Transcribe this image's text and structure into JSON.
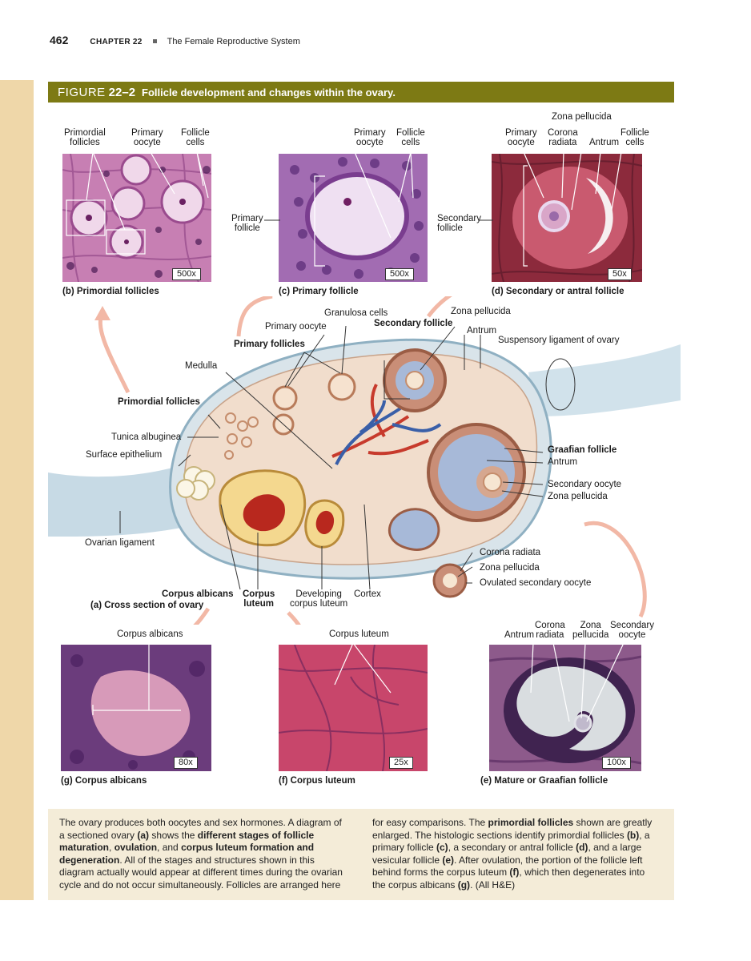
{
  "header": {
    "page_number": "462",
    "chapter": "CHAPTER 22",
    "chapter_title": "The Female Reproductive System"
  },
  "figure": {
    "word": "FIGURE",
    "number": "22–2",
    "title": "Follicle development and changes within the ovary."
  },
  "panel_b": {
    "caption": "(b) Primordial follicles",
    "scale": "500x",
    "labels": [
      "Primordial\nfollicles",
      "Primary\noocyte",
      "Follicle\ncells"
    ]
  },
  "panel_c": {
    "caption": "(c) Primary follicle",
    "scale": "500x",
    "labels": [
      "Primary\noocyte",
      "Follicle\ncells",
      "Primary\nfollicle"
    ]
  },
  "panel_d": {
    "caption": "(d) Secondary or antral follicle",
    "scale": "50x",
    "labels": [
      "Zona pellucida",
      "Primary\noocyte",
      "Corona\nradiata",
      "Antrum",
      "Follicle\ncells",
      "Secondary\nfollicle"
    ]
  },
  "panel_a": {
    "caption": "(a) Cross section of ovary",
    "labels": {
      "granulosa": "Granulosa cells",
      "primary_oocyte": "Primary oocyte",
      "secondary_follicle": "Secondary follicle",
      "zona_top": "Zona pellucida",
      "antrum_top": "Antrum",
      "suspensory": "Suspensory ligament of ovary",
      "primary_follicles": "Primary follicles",
      "medulla": "Medulla",
      "primordial_follicles": "Primordial follicles",
      "tunica": "Tunica albuginea",
      "surface_epi": "Surface epithelium",
      "graafian": "Graafian follicle",
      "antrum_right": "Antrum",
      "secondary_oocyte": "Secondary oocyte",
      "zona_right": "Zona pellucida",
      "ovarian_ligament": "Ovarian ligament",
      "corona_lower": "Corona radiata",
      "zona_lower": "Zona pellucida",
      "ovulated": "Ovulated secondary oocyte",
      "corpus_albicans": "Corpus albicans",
      "corpus_luteum": "Corpus\nluteum",
      "developing_cl": "Developing\ncorpus luteum",
      "cortex": "Cortex"
    }
  },
  "panel_g": {
    "caption": "(g) Corpus albicans",
    "scale": "80x",
    "label": "Corpus albicans"
  },
  "panel_f": {
    "caption": "(f) Corpus luteum",
    "scale": "25x",
    "label": "Corpus luteum"
  },
  "panel_e": {
    "caption": "(e) Mature or Graafian follicle",
    "scale": "100x",
    "labels": [
      "Antrum",
      "Corona\nradiata",
      "Zona\npellucida",
      "Secondary\noocyte"
    ]
  },
  "caption": {
    "left": [
      {
        "t": "The ovary produces both oocytes and sex hormones. A diagram of a sectioned ovary ",
        "b": false
      },
      {
        "t": "(a)",
        "b": true
      },
      {
        "t": " shows the ",
        "b": false
      },
      {
        "t": "different stages of follicle maturation",
        "b": true
      },
      {
        "t": ", ",
        "b": false
      },
      {
        "t": "ovulation",
        "b": true
      },
      {
        "t": ", and ",
        "b": false
      },
      {
        "t": "corpus luteum formation and degeneration",
        "b": true
      },
      {
        "t": ". All of the stages and structures shown in this diagram actually would appear at different times during the ovarian cycle and do not occur simultaneously. Follicles are arranged here",
        "b": false
      }
    ],
    "right": [
      {
        "t": "for easy comparisons. The ",
        "b": false
      },
      {
        "t": "primordial follicles",
        "b": true
      },
      {
        "t": " shown are greatly enlarged. The histologic sections identify primordial follicles ",
        "b": false
      },
      {
        "t": "(b)",
        "b": true
      },
      {
        "t": ", a primary follicle ",
        "b": false
      },
      {
        "t": "(c)",
        "b": true
      },
      {
        "t": ", a secondary or antral follicle ",
        "b": false
      },
      {
        "t": "(d)",
        "b": true
      },
      {
        "t": ", and a large vesicular follicle ",
        "b": false
      },
      {
        "t": "(e)",
        "b": true
      },
      {
        "t": ". After ovulation, the portion of the follicle left behind forms the corpus luteum ",
        "b": false
      },
      {
        "t": "(f)",
        "b": true
      },
      {
        "t": ", which then degenerates into the corpus albicans ",
        "b": false
      },
      {
        "t": "(g)",
        "b": true
      },
      {
        "t": ". (All H&E)",
        "b": false
      }
    ]
  }
}
